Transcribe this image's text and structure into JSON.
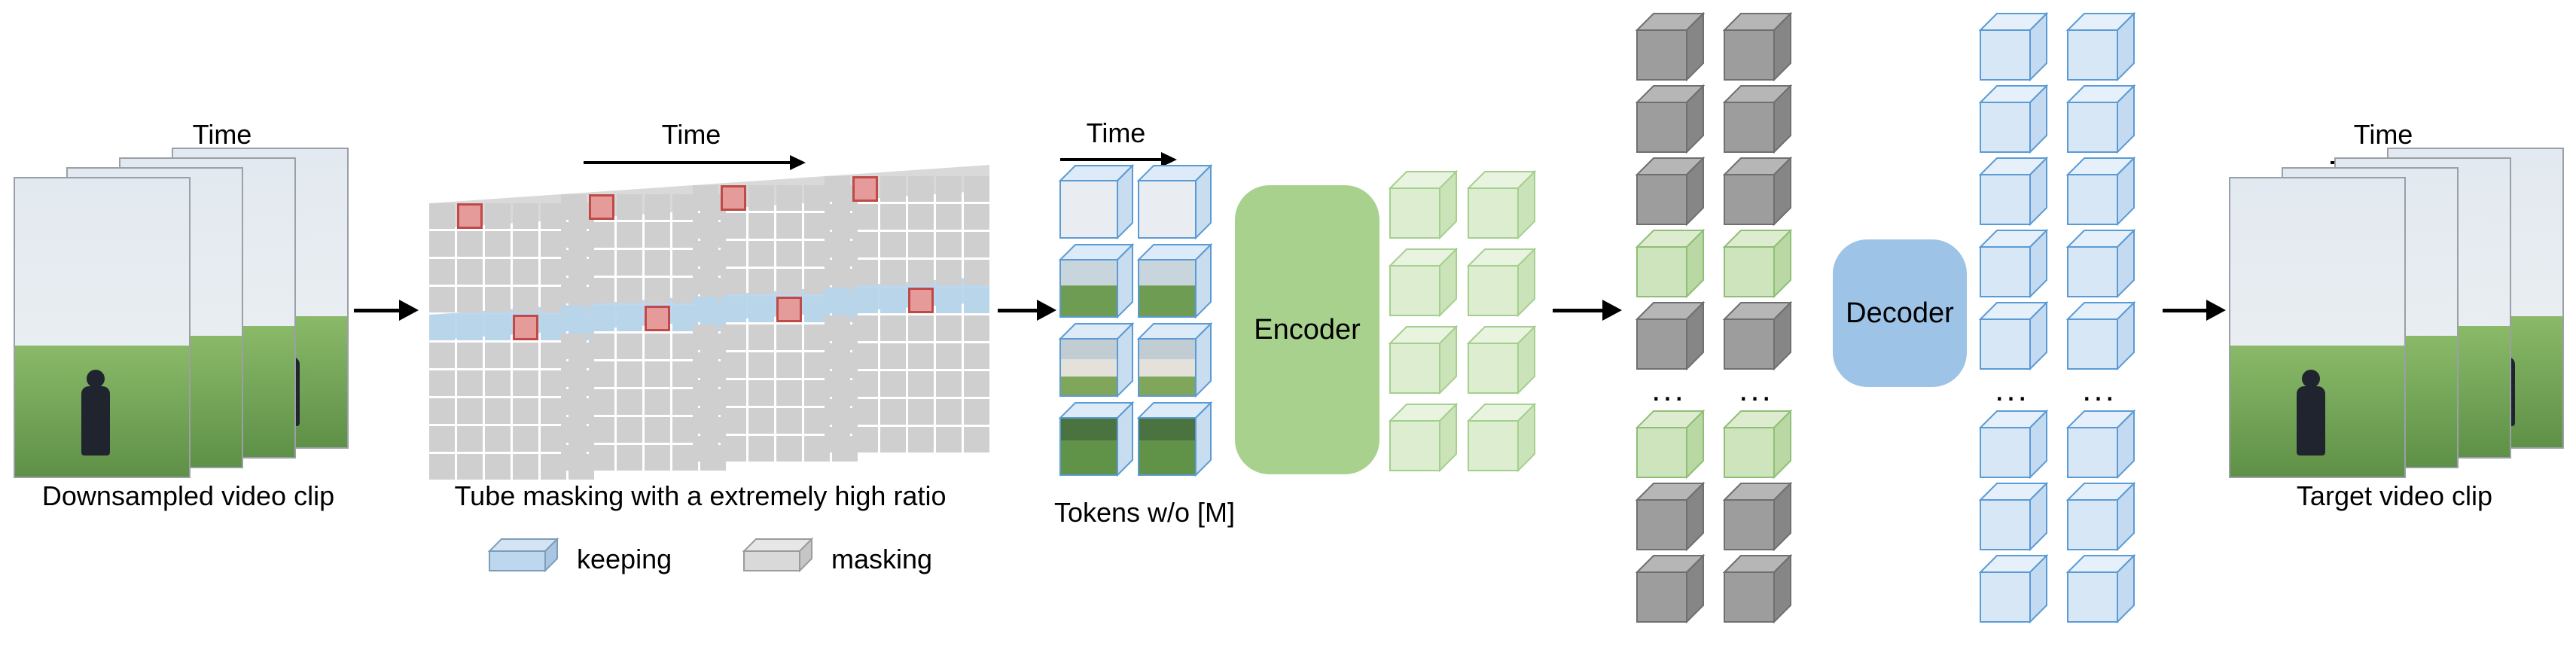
{
  "labels": {
    "time": "Time",
    "input_caption": "Downsampled video clip",
    "mask_caption": "Tube masking with a extremely high ratio",
    "tokens_caption": "Tokens w/o [M]",
    "target_caption": "Target video clip",
    "encoder": "Encoder",
    "decoder": "Decoder",
    "legend_keeping": "keeping",
    "legend_masking": "masking",
    "ellipsis": "..."
  },
  "colors": {
    "arrow": "#000000",
    "encoder_fill": "#a9d18e",
    "decoder_fill": "#9dc3e6",
    "mask_cell": "#cfcfcf",
    "keep_cell": "#b9d5ea",
    "red_cell": "#e59b99",
    "red_cell_border": "#bf4a47",
    "band_mask": "#d9d9d9",
    "band_keep": "#bdd7ee",
    "cube_gray": {
      "front": "#9d9d9d",
      "top": "#b6b6b6",
      "side": "#868686",
      "stroke": "#6f6f6f"
    },
    "cube_green": {
      "front": "#cde4bc",
      "top": "#ddeccf",
      "side": "#b9d8a3",
      "stroke": "#8fbf77"
    },
    "cube_green_light": {
      "front": "#dcedd0",
      "top": "#e9f4e0",
      "side": "#cbe3b9",
      "stroke": "#a5cf8e"
    },
    "cube_blue": {
      "front": "#d7e7f6",
      "top": "#e6f0fa",
      "side": "#c3daf0",
      "stroke": "#5b9bd5"
    },
    "cube_token": {
      "top": "#dcebf7",
      "side": "#c9ddf0",
      "stroke": "#5b9bd5"
    },
    "legend_keep": {
      "front": "#bdd7ee",
      "top": "#d3e5f4",
      "side": "#a8c6e2",
      "stroke": "#7f9db8"
    },
    "legend_mask": {
      "front": "#d9d9d9",
      "top": "#e7e7e7",
      "side": "#c6c6c6",
      "stroke": "#9b9b9b"
    }
  },
  "mask_grid": {
    "frames": 4,
    "cols": 6,
    "rows": 10,
    "keep_row": 4,
    "red_cells": [
      [
        0,
        1
      ],
      [
        4,
        3
      ]
    ]
  },
  "stacks": {
    "encoder_output": {
      "cols": 2,
      "rows": [
        "green_light",
        "green_light",
        "green_light",
        "green_light"
      ]
    },
    "decoder_input": {
      "cols": 2,
      "rows": [
        "gray",
        "gray",
        "gray",
        "green",
        "gray",
        "ellipsis",
        "green",
        "gray",
        "gray"
      ]
    },
    "decoder_output": {
      "cols": 2,
      "rows": [
        "blue",
        "blue",
        "blue",
        "blue",
        "blue",
        "ellipsis",
        "blue",
        "blue",
        "blue"
      ]
    }
  },
  "tokens": {
    "cols": 2,
    "rows": [
      "sky",
      "field",
      "houses",
      "darkfield"
    ]
  },
  "token_thumbs": {
    "sky": [
      [
        1.0,
        "#e9edf1"
      ]
    ],
    "field": [
      [
        0.45,
        "#c9d5dd"
      ],
      [
        0.55,
        "#6d9c52"
      ]
    ],
    "houses": [
      [
        0.36,
        "#c2ccd3"
      ],
      [
        0.3,
        "#e4e1da"
      ],
      [
        0.34,
        "#7fa65a"
      ]
    ],
    "darkfield": [
      [
        0.4,
        "#4a7340"
      ],
      [
        0.6,
        "#609348"
      ]
    ]
  },
  "video": {
    "figure": "#20242f"
  }
}
